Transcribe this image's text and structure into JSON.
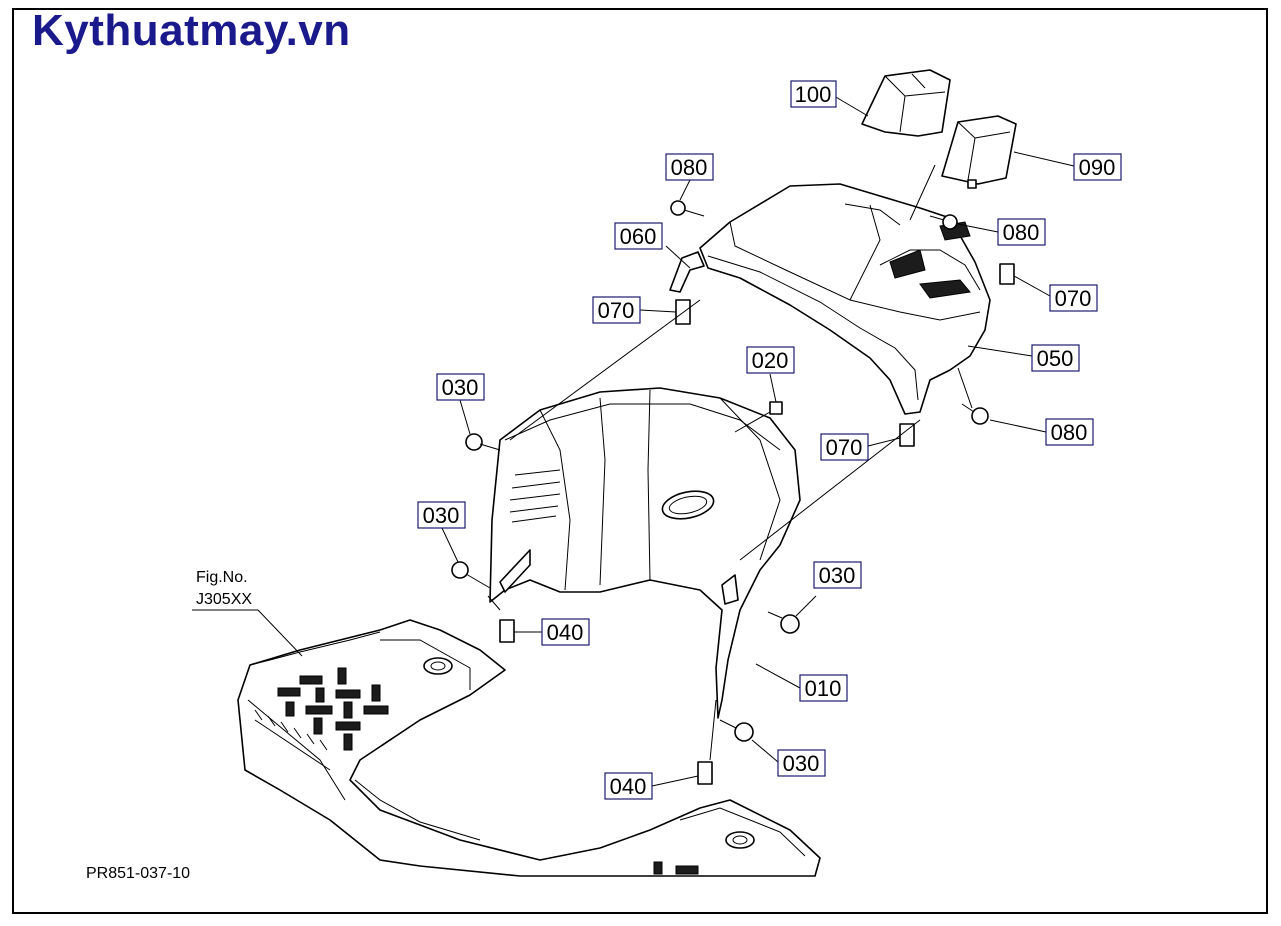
{
  "brand": "Kythuatmay.vn",
  "figure_ref": {
    "line1": "Fig.No.",
    "line2": "J305XX"
  },
  "drawing_code": "PR851-037-10",
  "callouts": {
    "c100": "100",
    "c090": "090",
    "c080a": "080",
    "c080b": "080",
    "c080c": "080",
    "c060": "060",
    "c070a": "070",
    "c070b": "070",
    "c070c": "070",
    "c050": "050",
    "c020": "020",
    "c030a": "030",
    "c030b": "030",
    "c030c": "030",
    "c030d": "030",
    "c040a": "040",
    "c040b": "040",
    "c010": "010"
  }
}
